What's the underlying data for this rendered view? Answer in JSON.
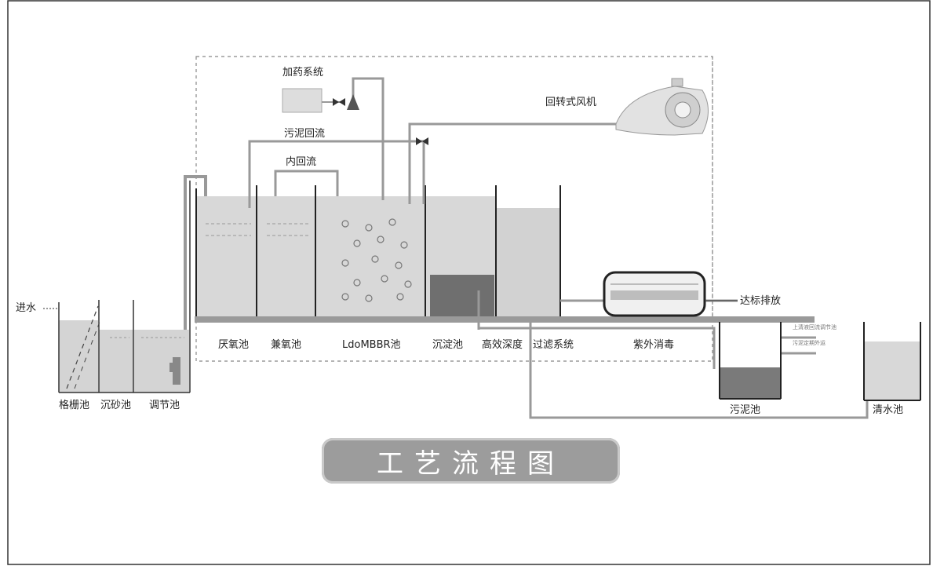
{
  "labels": {
    "inlet": "进水",
    "dosing_system": "加药系统",
    "blower": "回转式风机",
    "sludge_return": "污泥回流",
    "internal_return": "内回流",
    "discharge": "达标排放",
    "bar_screen": "格栅池",
    "grit_chamber": "沉砂池",
    "equalization_tank": "调节池",
    "anaerobic_tank": "厌氧池",
    "anoxic_tank": "兼氧池",
    "mbbr_tank": "LdoMBBR池",
    "settling_tank": "沉淀池",
    "advanced_treatment": "高效深度",
    "filtration_system": "过滤系统",
    "uv_disinfection": "紫外消毒",
    "sludge_tank": "污泥池",
    "clear_water_tank": "清水池",
    "small_note_1": "上清液回流调节池",
    "small_note_2": "污泥定期外运"
  },
  "banner_title": "工艺流程图"
}
